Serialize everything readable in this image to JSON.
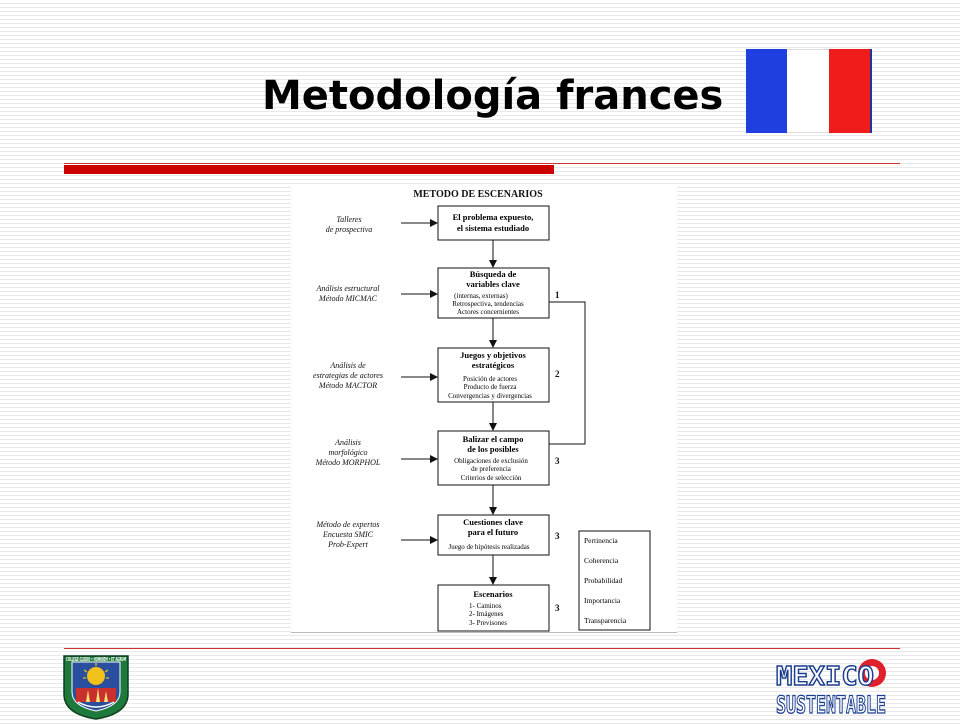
{
  "slide": {
    "title": "Metodología frances"
  },
  "diagram": {
    "heading": "METODO DE ESCENARIOS",
    "left_labels": [
      {
        "lines": [
          "Talleres",
          "de prospectiva"
        ]
      },
      {
        "lines": [
          "Análisis estructural",
          "Método MICMAC"
        ]
      },
      {
        "lines": [
          "Análisis de",
          "estrategias de actores",
          "Método MACTOR"
        ]
      },
      {
        "lines": [
          "Análisis",
          "morfológico",
          "Método MORPHOL"
        ]
      },
      {
        "lines": [
          "Método de expertos",
          "Encuesta SMIC",
          "Prob-Expert"
        ]
      }
    ],
    "boxes": [
      {
        "title": [
          "El problema expuesto,",
          "el sistema estudiado"
        ],
        "items": []
      },
      {
        "title": [
          "Búsqueda de",
          "variables clave"
        ],
        "items": [
          "(internas, externas)",
          "Retrospectiva, tendencias",
          "Actores concernientes"
        ]
      },
      {
        "title": [
          "Juegos y objetivos",
          "estratégicos"
        ],
        "items": [
          "Posición de actores",
          "Producto de fuerza",
          "Convergencias y divergencias"
        ]
      },
      {
        "title": [
          "Balizar el campo",
          "de los posibles"
        ],
        "items": [
          "Obligaciones de exclusión",
          "de preferencia",
          "Criterios de selección"
        ]
      },
      {
        "title": [
          "Cuestiones clave",
          "para el futuro"
        ],
        "items": [
          "Juego de hipótesis realizadas"
        ]
      },
      {
        "title": [
          "Escenarios"
        ],
        "items": [
          "1- Caminos",
          "2- Imágenes",
          "3- Previsones"
        ]
      }
    ],
    "step_numbers": [
      "1",
      "2",
      "3",
      "3",
      "3"
    ],
    "criteria": [
      "Pertinencia",
      "Coherencia",
      "Probabilidad",
      "Importancia",
      "Transparencia"
    ]
  },
  "logos": {
    "left_ring_text": "COLLEGE CLUDIO • HOMINEM • ET AGRUM",
    "right_line1": "MEXICO",
    "right_line2": "SUSTENTABLE"
  },
  "colors": {
    "accent_red": "#cc0000",
    "flag_blue": "#1f3fe0",
    "flag_red": "#f01c1c",
    "logo_green": "#1e7a3c",
    "logo_blue": "#1a3d8f"
  }
}
